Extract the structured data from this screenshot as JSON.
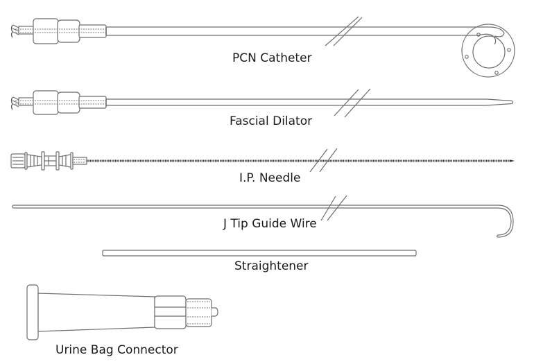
{
  "diagram": {
    "items": [
      {
        "id": "pcn-catheter",
        "label": "PCN Catheter"
      },
      {
        "id": "fascial-dilator",
        "label": "Fascial Dilator"
      },
      {
        "id": "ip-needle",
        "label": "I.P. Needle"
      },
      {
        "id": "j-tip-guide-wire",
        "label": "J Tip Guide Wire"
      },
      {
        "id": "straightener",
        "label": "Straightener"
      },
      {
        "id": "urine-bag-connector",
        "label": "Urine Bag Connector"
      }
    ],
    "colors": {
      "background": "#ffffff",
      "outline": "#6e6e6e",
      "text": "#1a1a1a"
    }
  }
}
